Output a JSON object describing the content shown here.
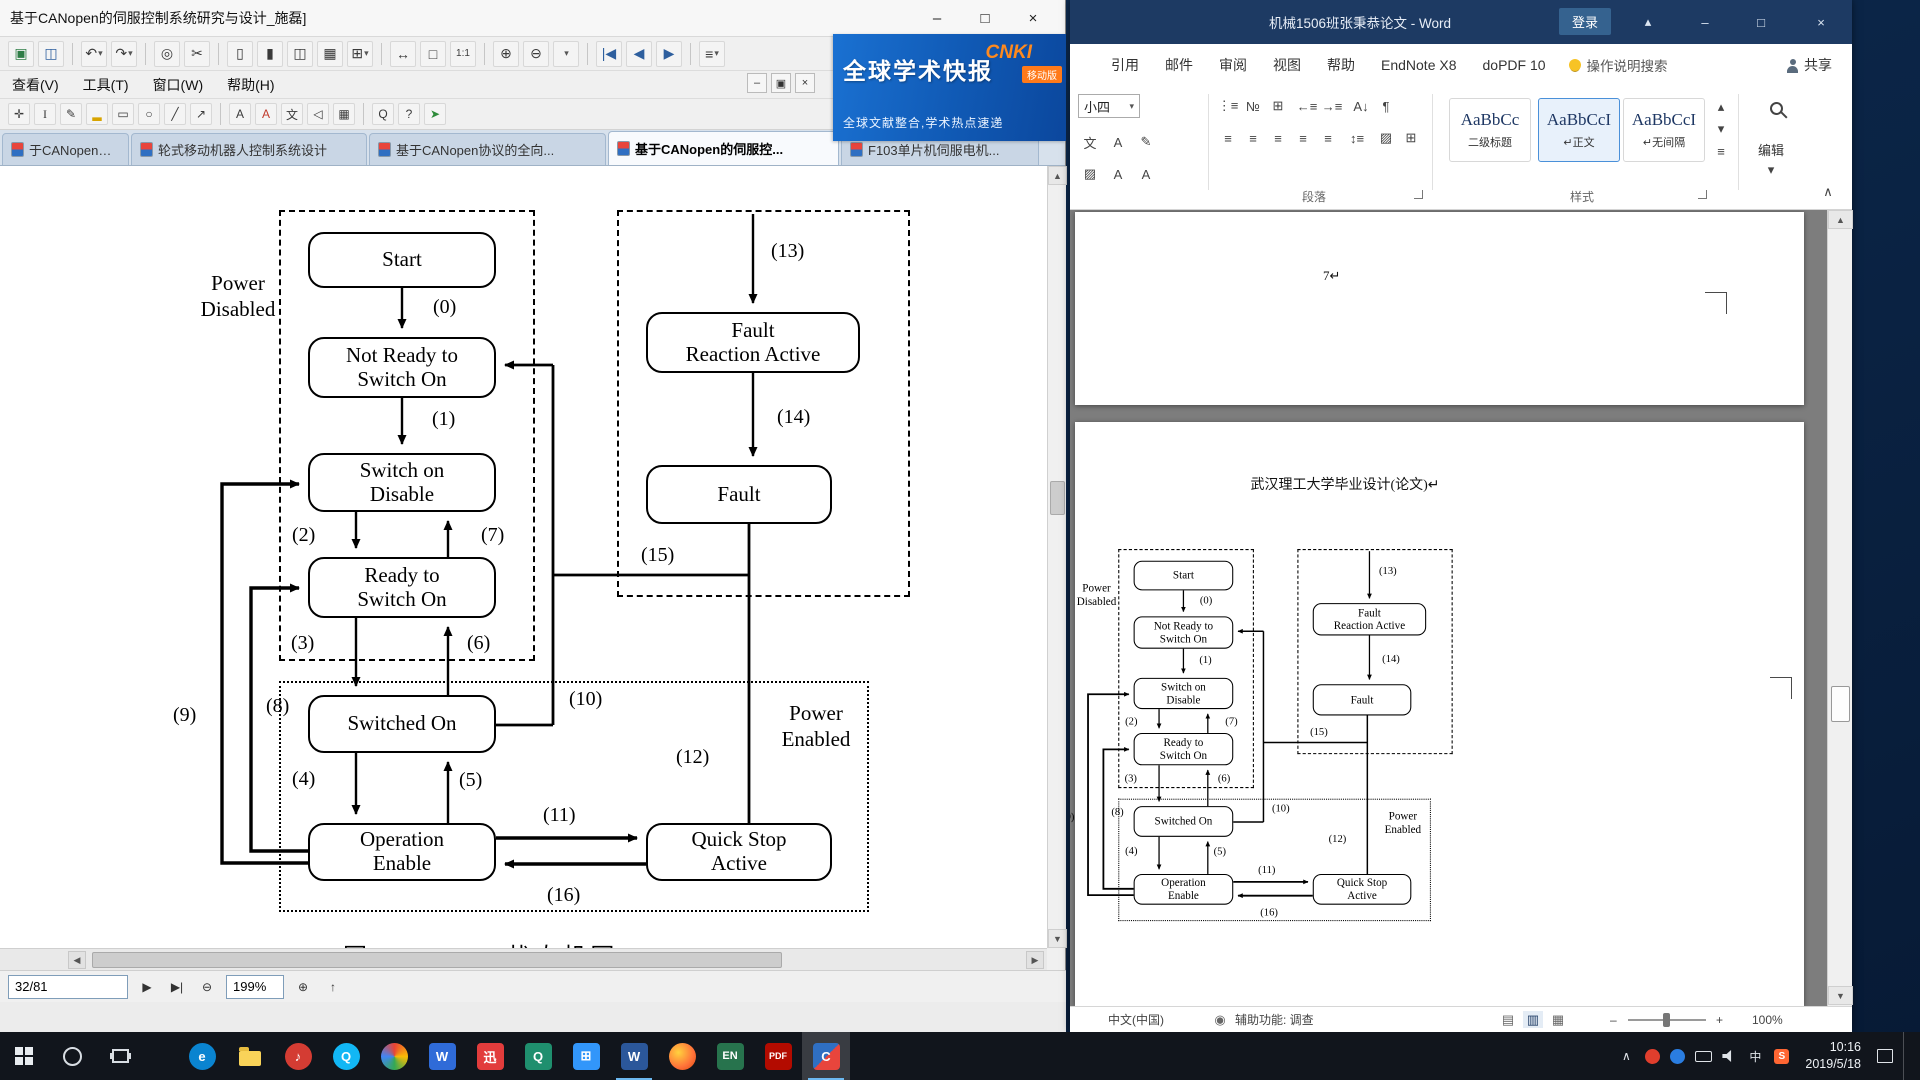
{
  "caj": {
    "window_title": "基于CANopen的伺服控制系统研究与设计_施磊]",
    "menu_items": [
      "查看(V)",
      "工具(T)",
      "窗口(W)",
      "帮助(H)"
    ],
    "tabs": [
      {
        "label": "于CANopen协议..."
      },
      {
        "label": "轮式移动机器人控制系统设计"
      },
      {
        "label": "基于CANopen协议的全向..."
      },
      {
        "label": "基于CANopen的伺服控..."
      },
      {
        "label": "F103单片机伺服电机..."
      }
    ],
    "figure_caption": "图 CANopen状态机图",
    "status": {
      "page_indicator": "32/81",
      "zoom_level": "199%"
    }
  },
  "banner": {
    "title": "全球学术快报",
    "brand": "CNKI",
    "badge": "移动版",
    "subtitle": "全球文献整合,学术热点速递"
  },
  "diagram": {
    "labels": {
      "power_disabled": "Power\nDisabled",
      "power_enabled": "Power\nEnabled"
    },
    "states": {
      "start": "Start",
      "not_ready": "Not Ready to\nSwitch On",
      "switch_on_disable": "Switch on\nDisable",
      "ready": "Ready to\nSwitch On",
      "switched_on": "Switched On",
      "operation_enable": "Operation\nEnable",
      "quick_stop": "Quick Stop\nActive",
      "fault_reaction": "Fault\nReaction Active",
      "fault": "Fault"
    },
    "transitions": {
      "t0": "(0)",
      "t1": "(1)",
      "t2": "(2)",
      "t3": "(3)",
      "t4": "(4)",
      "t5": "(5)",
      "t6": "(6)",
      "t7": "(7)",
      "t8": "(8)",
      "t9": "(9)",
      "t10": "(10)",
      "t11": "(11)",
      "t12": "(12)",
      "t13": "(13)",
      "t14": "(14)",
      "t15": "(15)",
      "t16": "(16)"
    }
  },
  "word": {
    "window_title": "机械1506班张秉恭论文 - Word",
    "login_label": "登录",
    "ribbon_tabs": [
      "引用",
      "邮件",
      "审阅",
      "视图",
      "帮助",
      "EndNote X8",
      "doPDF 10"
    ],
    "search_hint": "操作说明搜索",
    "share_label": "共享",
    "font_size_value": "小四",
    "groups": {
      "paragraph": "段落",
      "styles": "样式",
      "editing": "编辑"
    },
    "styles": [
      {
        "preview": "AaBbCc",
        "name": "二级标题"
      },
      {
        "preview": "AaBbCcI",
        "name": "↵正文"
      },
      {
        "preview": "AaBbCcI",
        "name": "↵无间隔"
      }
    ],
    "document": {
      "page_number": "7↵",
      "header_line": "武汉理工大学毕业设计(论文)↵"
    },
    "status": {
      "language": "中文(中国)",
      "accessibility": "辅助功能: 调查",
      "zoom_percent": "100%"
    }
  },
  "taskbar": {
    "clock_time": "10:16",
    "clock_date": "2019/5/18",
    "ime_indicator": "中"
  }
}
